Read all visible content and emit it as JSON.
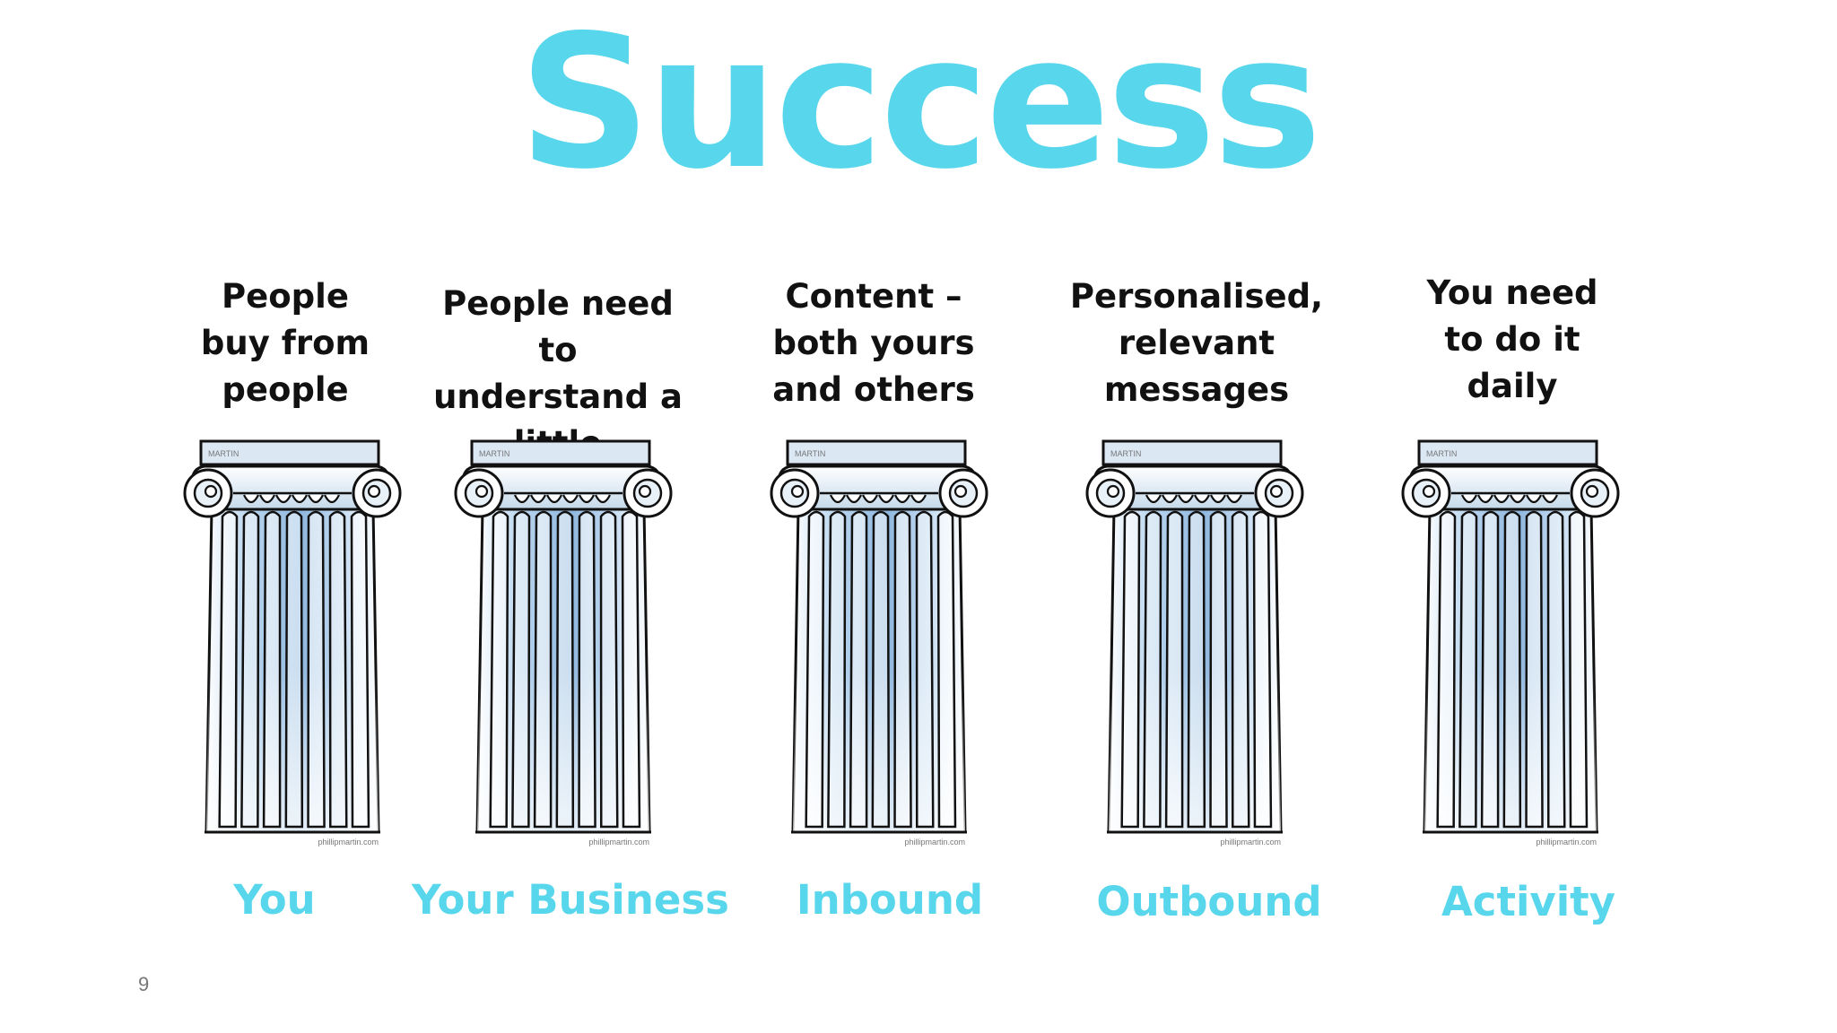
{
  "slide": {
    "title": "Success",
    "page_number": "9"
  },
  "pillars": [
    {
      "description": "People\nbuy from\npeople",
      "label": "You",
      "watermark_top": "MARTIN",
      "watermark_bottom": "phillipmartin.com"
    },
    {
      "description": "People need to\nunderstand a\nlittle",
      "label": "Your Business",
      "watermark_top": "MARTIN",
      "watermark_bottom": "phillipmartin.com"
    },
    {
      "description": "Content –\nboth yours\nand others",
      "label": "Inbound",
      "watermark_top": "MARTIN",
      "watermark_bottom": "phillipmartin.com"
    },
    {
      "description": "Personalised,\nrelevant\nmessages",
      "label": "Outbound",
      "watermark_top": "MARTIN",
      "watermark_bottom": "phillipmartin.com"
    },
    {
      "description": "You need\nto do it\ndaily",
      "label": "Activity",
      "watermark_top": "MARTIN",
      "watermark_bottom": "phillipmartin.com"
    }
  ],
  "colors": {
    "accent": "#58d6ec",
    "text": "#111111",
    "column_blue": "#9fc4e6"
  },
  "icons": [
    "ionic-column-icon"
  ]
}
